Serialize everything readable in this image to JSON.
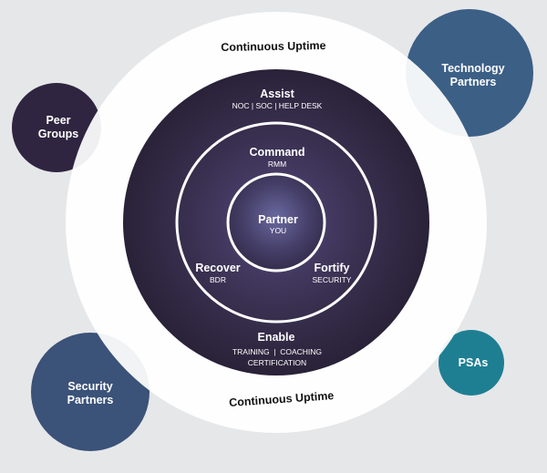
{
  "outer_ring": {
    "top_label": "Continuous Uptime",
    "bottom_label": "Continuous Uptime"
  },
  "core": {
    "assist": {
      "title": "Assist",
      "subtitle": "NOC | SOC | HELP DESK"
    },
    "command": {
      "title": "Command",
      "subtitle": "RMM"
    },
    "partner": {
      "title": "Partner",
      "subtitle": "YOU"
    },
    "recover": {
      "title": "Recover",
      "subtitle": "BDR"
    },
    "fortify": {
      "title": "Fortify",
      "subtitle": "SECURITY"
    },
    "enable": {
      "title": "Enable",
      "subtitle_line1": "TRAINING  |  COACHING",
      "subtitle_line2": "CERTIFICATION"
    }
  },
  "satellites": {
    "technology_partners": {
      "line1": "Technology",
      "line2": "Partners"
    },
    "peer_groups": {
      "line1": "Peer",
      "line2": "Groups"
    },
    "security_partners": {
      "line1": "Security",
      "line2": "Partners"
    },
    "psas": {
      "label": "PSAs"
    }
  },
  "colors": {
    "background": "#e6e7e9",
    "core_dark": "#2e2640",
    "core_mid": "#4a3f68",
    "technology_partners": "#3c5f86",
    "peer_groups": "#2f2540",
    "security_partners": "#3b5279",
    "psas": "#1e7f93"
  }
}
